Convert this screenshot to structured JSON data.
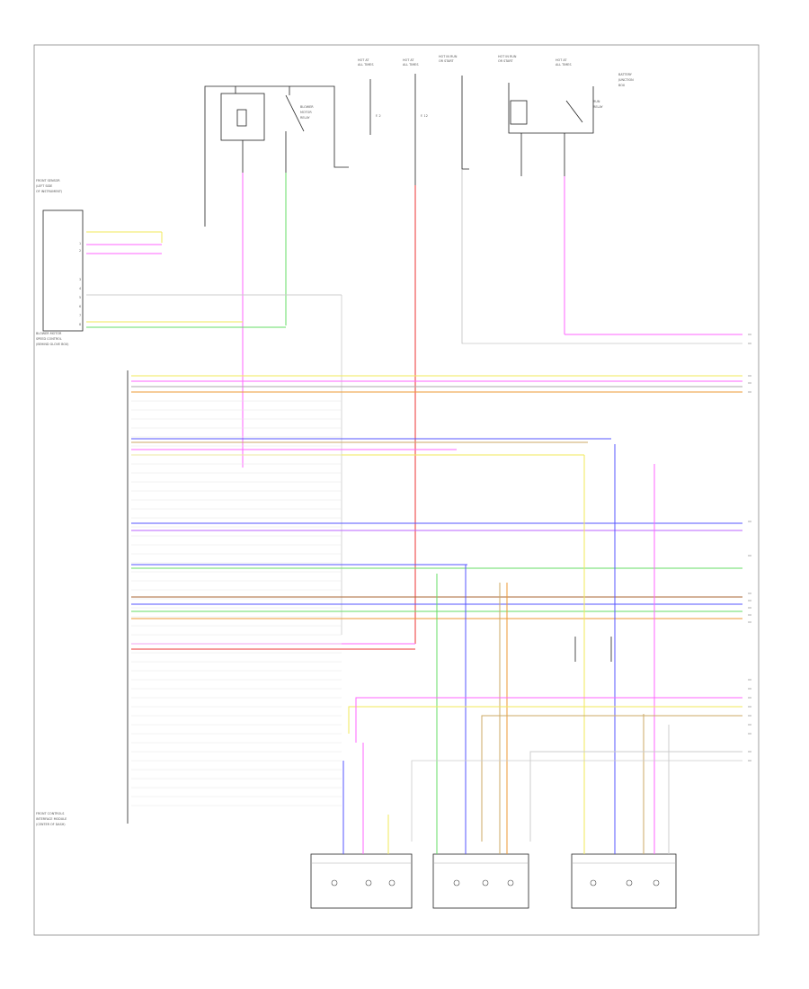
{
  "diagram": {
    "page_number": "",
    "colors": {
      "frame": "#888888",
      "blk": "#222222",
      "gray": "#aaaaaa",
      "yellow": "#f2ea5a",
      "pink": "#ff66ff",
      "red": "#ee3333",
      "green": "#66dd66",
      "blue": "#5555ff",
      "orange": "#ee9933",
      "tan": "#ccaa66",
      "brown": "#aa6633",
      "violet": "#bb66ff",
      "lightgray": "#cccccc"
    },
    "harness_wires": [
      {
        "color": "yellow"
      },
      {
        "color": "pink"
      },
      {
        "color": "gray"
      },
      {
        "color": "orange"
      },
      {
        "color": "blue"
      },
      {
        "color": "tan"
      },
      {
        "color": "pink"
      },
      {
        "color": "yellow"
      },
      {
        "color": "blue"
      },
      {
        "color": "violet"
      },
      {
        "color": "blue"
      },
      {
        "color": "green"
      },
      {
        "color": "brown"
      },
      {
        "color": "blue"
      },
      {
        "color": "green"
      },
      {
        "color": "orange"
      },
      {
        "color": "pink"
      },
      {
        "color": "red"
      }
    ],
    "modules": [
      {
        "id": "passenger-actuator",
        "label_lines": [
          "",
          "",
          ""
        ]
      },
      {
        "id": "recirculation-actuator",
        "label_lines": [
          "",
          "",
          ""
        ]
      },
      {
        "id": "driver-actuator",
        "label_lines": [
          "",
          "",
          ""
        ]
      }
    ]
  }
}
